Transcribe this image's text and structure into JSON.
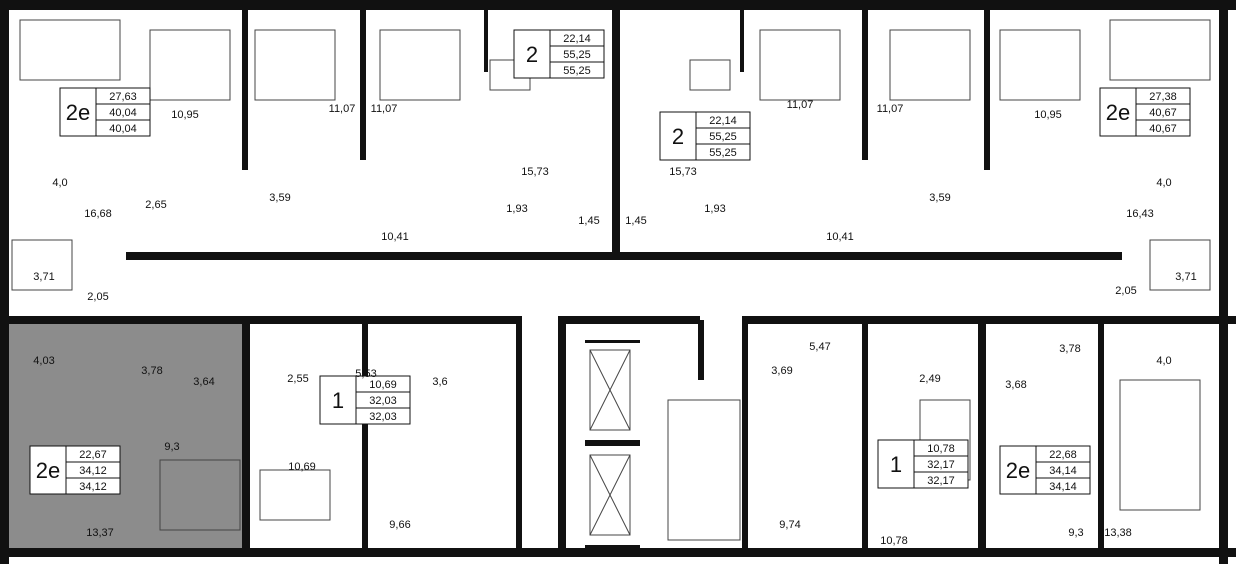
{
  "colors": {
    "wall": "#111111",
    "highlight": "#8c8c8c",
    "furniture": "#444444",
    "background": "#ffffff"
  },
  "apartments": [
    {
      "id": "apt-top-left",
      "type": "2е",
      "values": [
        "27,63",
        "40,04",
        "40,04"
      ],
      "highlighted": false
    },
    {
      "id": "apt-top-center-left",
      "type": "2",
      "values": [
        "22,14",
        "55,25",
        "55,25"
      ],
      "highlighted": false
    },
    {
      "id": "apt-top-center-right",
      "type": "2",
      "values": [
        "22,14",
        "55,25",
        "55,25"
      ],
      "highlighted": false
    },
    {
      "id": "apt-top-right",
      "type": "2е",
      "values": [
        "27,38",
        "40,67",
        "40,67"
      ],
      "highlighted": false
    },
    {
      "id": "apt-bottom-left",
      "type": "2е",
      "values": [
        "22,67",
        "34,12",
        "34,12"
      ],
      "highlighted": true
    },
    {
      "id": "apt-bottom-center-left",
      "type": "1",
      "values": [
        "10,69",
        "32,03",
        "32,03"
      ],
      "highlighted": false
    },
    {
      "id": "apt-bottom-center-right",
      "type": "1",
      "values": [
        "10,78",
        "32,17",
        "32,17"
      ],
      "highlighted": false
    },
    {
      "id": "apt-bottom-right",
      "type": "2е",
      "values": [
        "22,68",
        "34,14",
        "34,14"
      ],
      "highlighted": false
    }
  ],
  "room_areas": [
    "10,95",
    "11,07",
    "11,07",
    "11,07",
    "11,07",
    "10,95",
    "4,0",
    "16,68",
    "2,65",
    "3,59",
    "10,41",
    "15,73",
    "1,93",
    "1,45",
    "1,45",
    "15,73",
    "1,93",
    "3,59",
    "10,41",
    "16,43",
    "4,0",
    "3,71",
    "2,05",
    "2,05",
    "3,71",
    "4,03",
    "3,78",
    "3,64",
    "9,3",
    "13,37",
    "2,55",
    "5,53",
    "3,6",
    "10,69",
    "9,66",
    "3,69",
    "5,47",
    "2,49",
    "3,78",
    "3,68",
    "9,74",
    "10,78",
    "9,3",
    "13,38",
    "4,0"
  ]
}
